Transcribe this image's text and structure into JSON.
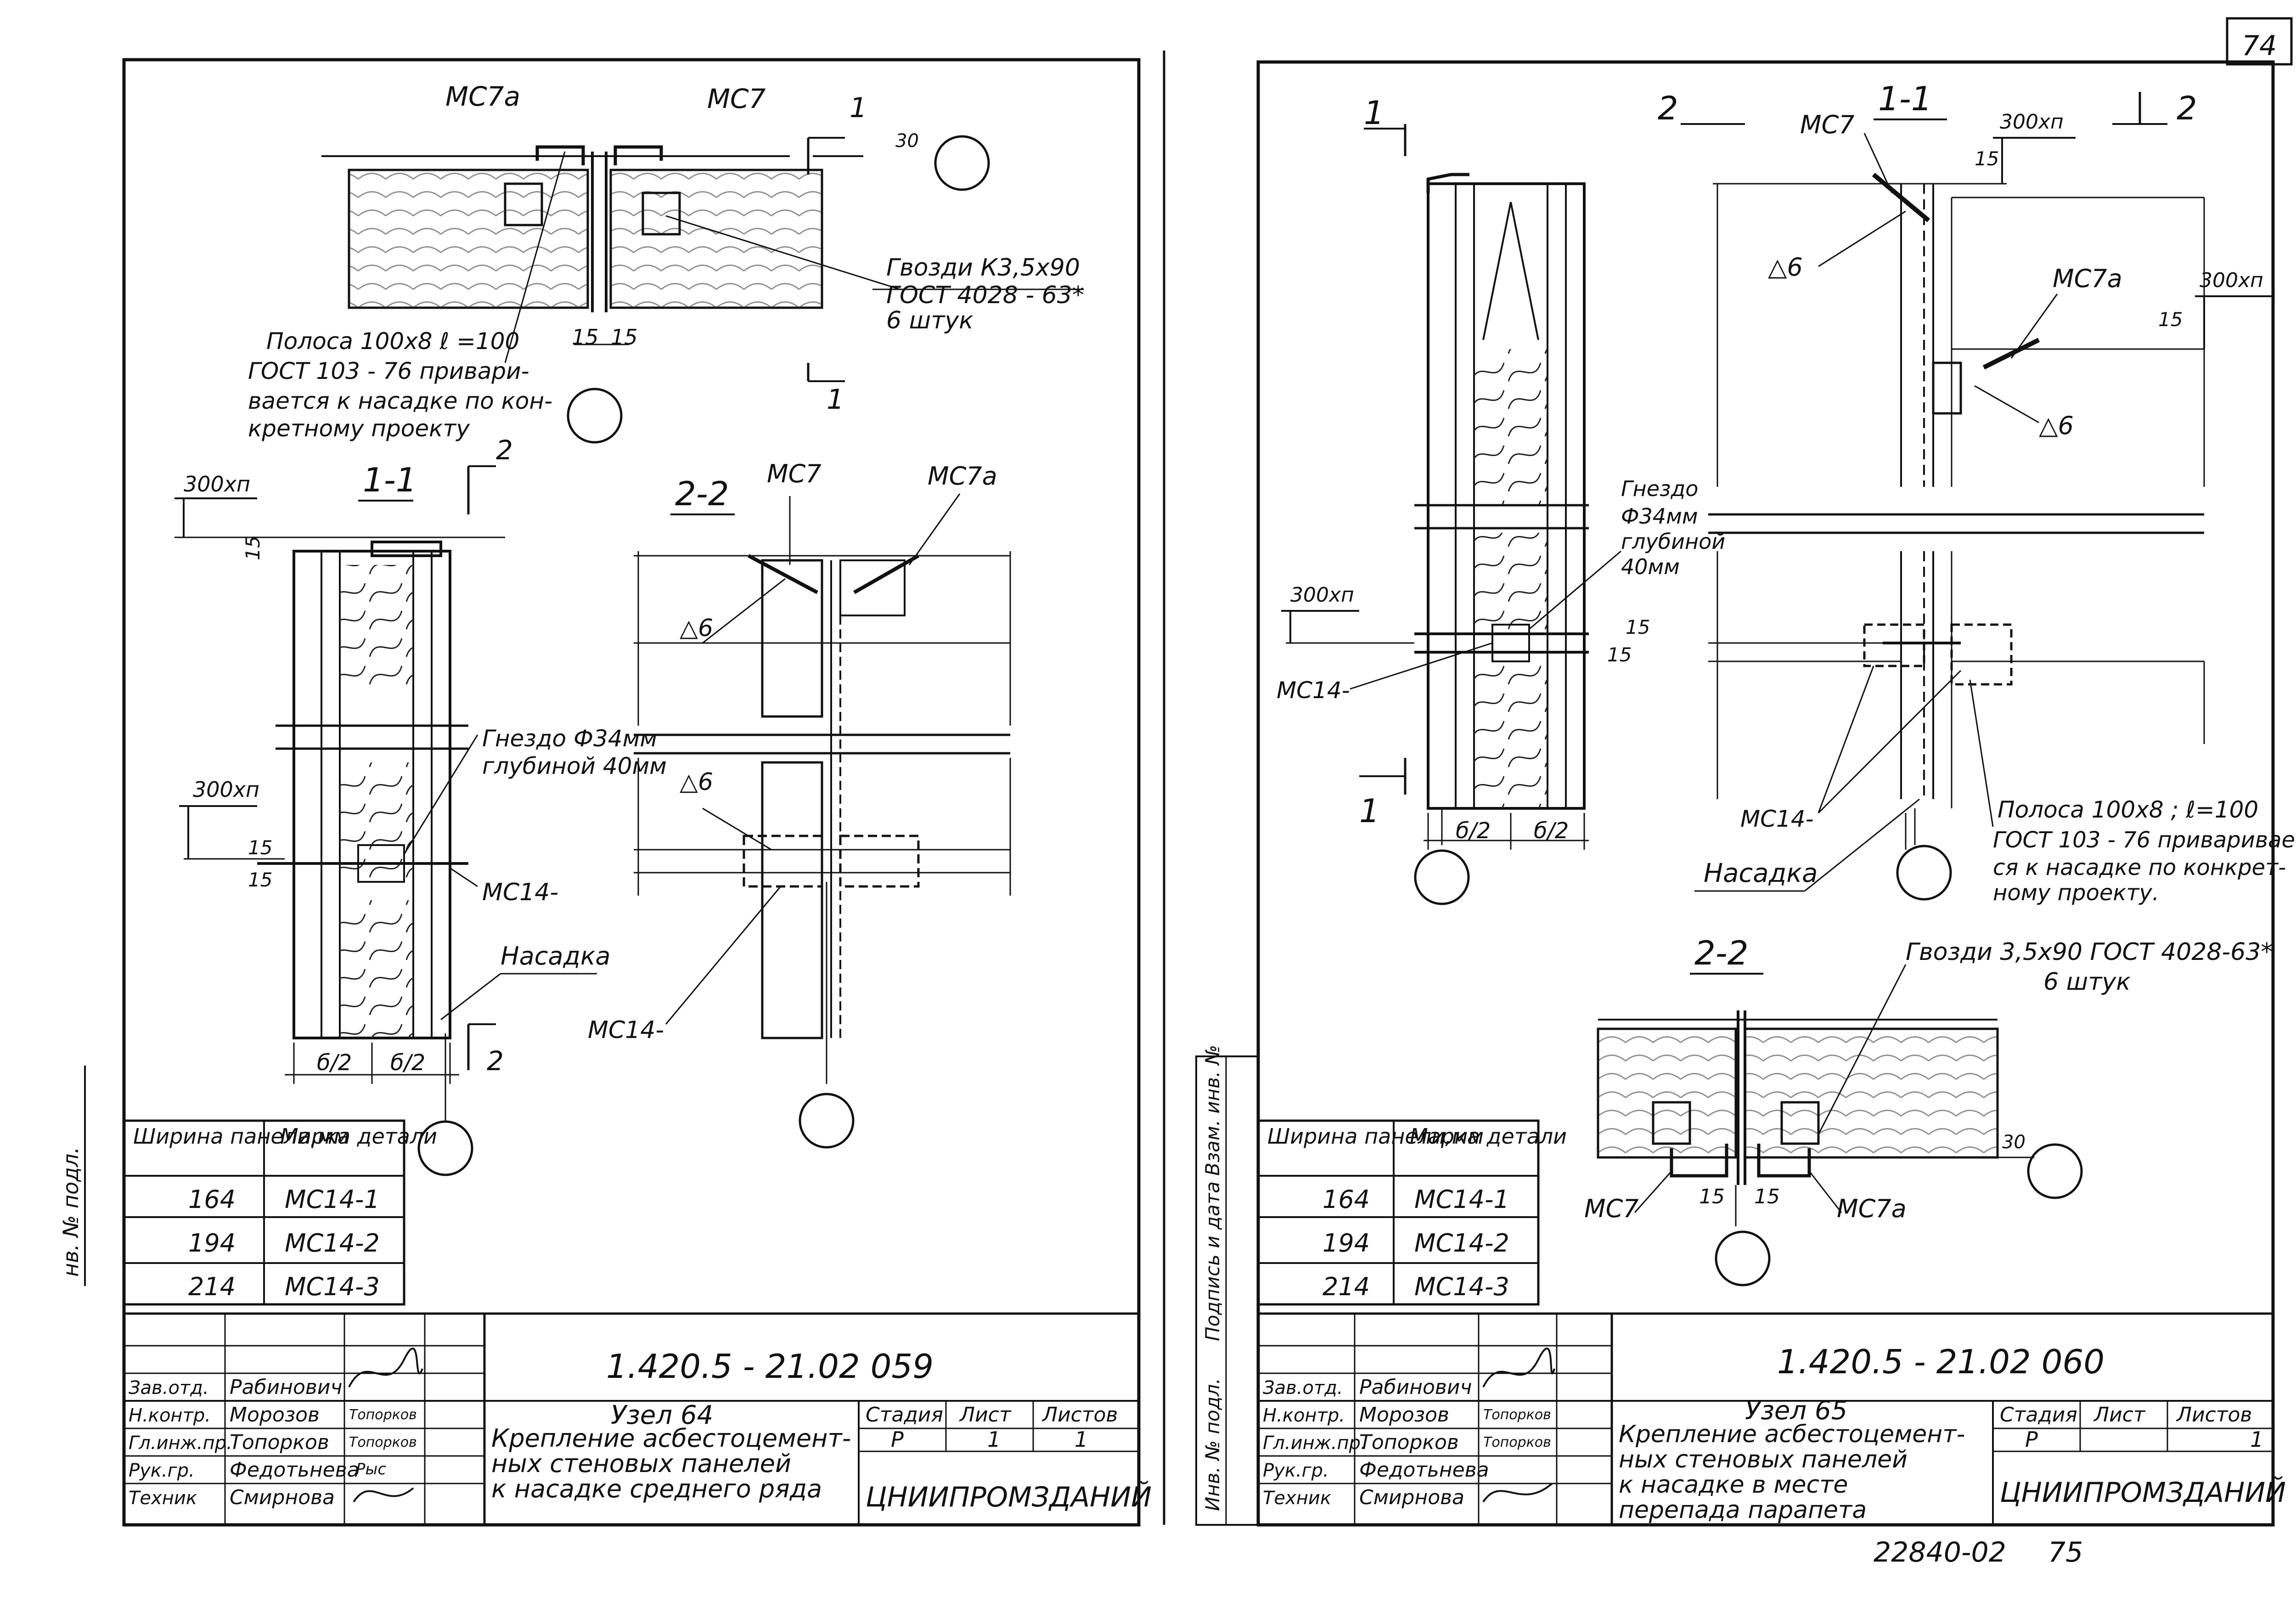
{
  "page_number": "74",
  "sheet_footer": "22840-02",
  "footer_page": "75",
  "left_sheet": {
    "top_view": {
      "mark_mc7a": "МС7а",
      "mark_mc7": "МС7",
      "section_mark": "1",
      "dim_30": "30",
      "dim_15a": "15",
      "dim_15b": "15",
      "nails_line1": "Гвозди К3,5х90",
      "nails_line2": "ГОСТ 4028 - 63*",
      "nails_line3": "6 штук",
      "strip_line1": "Полоса 100х8 ℓ =100",
      "strip_line2": "ГОСТ 103 - 76 привари-",
      "strip_line3": "вается к насадке по кон-",
      "strip_line4": "кретному проекту"
    },
    "section_11": {
      "title": "1-1",
      "level": "300хп",
      "level2": "300хп",
      "cut_mark": "2",
      "dim_15a": "15",
      "dim_15b": "15",
      "dim_15c": "15",
      "socket_line1": "Гнездо Ф34мм",
      "socket_line2": "глубиной 40мм",
      "mark_mc14": "МС14-",
      "cap": "Насадка",
      "half_b1": "б/2",
      "half_b2": "б/2",
      "cut_mark_bottom": "2"
    },
    "section_22": {
      "title": "2-2",
      "mark_mc7": "МС7",
      "mark_mc7a": "МС7а",
      "weld1": "6",
      "weld2": "6",
      "mark_mc14": "МС14-"
    },
    "table": {
      "headers": [
        "Ширина панели,мм",
        "Марка детали"
      ],
      "rows": [
        [
          "164",
          "МС14-1"
        ],
        [
          "194",
          "МС14-2"
        ],
        [
          "214",
          "МС14-3"
        ]
      ]
    },
    "title_block": {
      "code": "1.420.5 - 21.02 059",
      "node": "Узел 64",
      "desc_line1": "Крепление асбестоцемент-",
      "desc_line2": "ных стеновых панелей",
      "desc_line3": "к насадке среднего ряда",
      "stage_label": "Стадия",
      "sheet_label": "Лист",
      "sheets_label": "Листов",
      "stage": "Р",
      "sheet": "1",
      "sheets": "1",
      "org": "ЦНИИПРОМЗДАНИЙ",
      "people": [
        [
          "Зав.отд.",
          "Рабинович"
        ],
        [
          "Н.контр.",
          "Морозов"
        ],
        [
          "Гл.инж.пр.",
          "Топорков"
        ],
        [
          "Рук.гр.",
          "Федотьнева"
        ],
        [
          "Техник",
          "Смирнова"
        ]
      ],
      "signatures": [
        "Топорков",
        "Топорков",
        "Рыс"
      ]
    },
    "side_stamp": "нв. № подл."
  },
  "right_sheet": {
    "section_11": {
      "title": "1-1",
      "cut1": "1",
      "cut2": "2",
      "cut2b": "2",
      "cut1b": "1",
      "mark_mc7": "МС7",
      "mark_mc7a": "МС7а",
      "level1": "300хп",
      "level2": "300хп",
      "level3": "300хп",
      "dim_15a": "15",
      "dim_15b": "15",
      "dim_15c": "15",
      "dim_15d": "15",
      "weld1": "6",
      "weld2": "6",
      "socket_line1": "Гнездо",
      "socket_line2": "Ф34мм",
      "socket_line3": "глубиной",
      "socket_line4": "40мм",
      "mark_mc14a": "МС14-",
      "mark_mc14b": "МС14-",
      "half_b1": "б/2",
      "half_b2": "б/2",
      "cap": "Насадка",
      "strip_line1": "Полоса 100х8 ; ℓ=100",
      "strip_line2": "ГОСТ 103 - 76 приваривает-",
      "strip_line3": "ся к насадке по конкрет-",
      "strip_line4": "ному проекту."
    },
    "section_22": {
      "title": "2-2",
      "nails_line1": "Гвозди 3,5х90 ГОСТ 4028-63*",
      "nails_line2": "6 штук",
      "mark_mc7": "МС7",
      "mark_mc7a": "МС7а",
      "dim_30": "30",
      "dim_15a": "15",
      "dim_15b": "15"
    },
    "table": {
      "headers": [
        "Ширина панели,мм",
        "Марка детали"
      ],
      "rows": [
        [
          "164",
          "МС14-1"
        ],
        [
          "194",
          "МС14-2"
        ],
        [
          "214",
          "МС14-3"
        ]
      ]
    },
    "title_block": {
      "code": "1.420.5 - 21.02 060",
      "node": "Узел 65",
      "desc_line1": "Крепление асбестоцемент-",
      "desc_line2": "ных стеновых панелей",
      "desc_line3": "к насадке в месте",
      "desc_line4": "перепада парапета",
      "stage_label": "Стадия",
      "sheet_label": "Лист",
      "sheets_label": "Листов",
      "stage": "Р",
      "sheet": "",
      "sheets": "1",
      "org": "ЦНИИПРОМЗДАНИЙ",
      "people": [
        [
          "Зав.отд.",
          "Рабинович"
        ],
        [
          "Н.контр.",
          "Морозов"
        ],
        [
          "Гл.инж.пр.",
          "Топорков"
        ],
        [
          "Рук.гр.",
          "Федотьнева"
        ],
        [
          "Техник",
          "Смирнова"
        ]
      ],
      "signatures": [
        "Топорков",
        "Топорков"
      ]
    },
    "side_stamp1": "Инв. № подл.",
    "side_stamp2": "Подпись и дата",
    "side_stamp3": "Взам. инв. №"
  }
}
